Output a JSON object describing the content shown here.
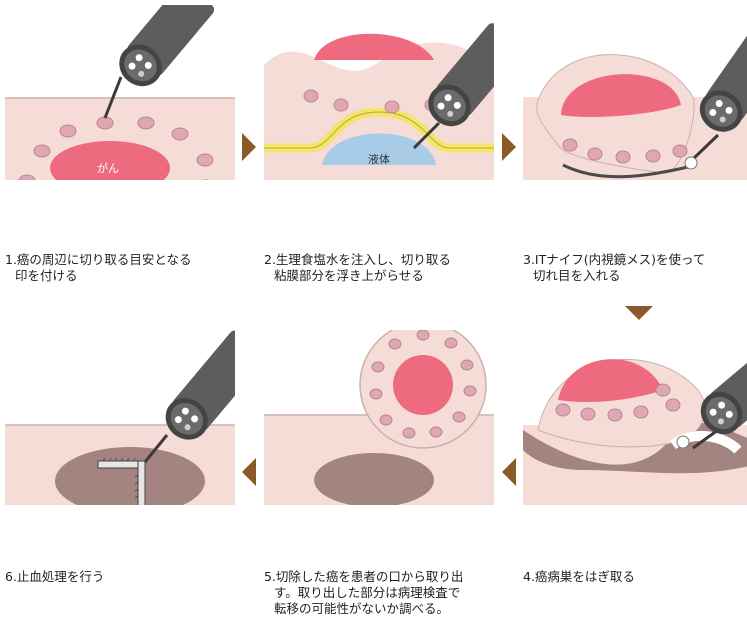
{
  "colors": {
    "skin": "#f6dcd6",
    "skin_line": "#c9b2ad",
    "tumor": "#ee6a7f",
    "marker": "#dfa7b3",
    "marker_line": "#b98591",
    "liquid": "#a8cbe8",
    "membrane": "#f4e56a",
    "wound": "#a48480",
    "scope": "#5d5d5d",
    "arrow": "#8a5a28"
  },
  "steps": [
    {
      "number": "1",
      "line1": "1.癌の周辺に切り取る目安となる",
      "line2": "印を付ける",
      "label": "がん"
    },
    {
      "number": "2",
      "line1": "2.生理食塩水を注入し、切り取る",
      "line2": "粘膜部分を浮き上がらせる",
      "label": "液体"
    },
    {
      "number": "3",
      "line1": "3.ITナイフ(内視鏡メス)を使って",
      "line2": "切れ目を入れる"
    },
    {
      "number": "4",
      "line1": "4.癌病巣をはぎ取る"
    },
    {
      "number": "5",
      "line1": "5.切除した癌を患者の口から取り出",
      "line2": "す。取り出した部分は病理検査で",
      "line3": "転移の可能性がないか調べる。"
    },
    {
      "number": "6",
      "line1": "6.止血処理を行う"
    }
  ]
}
